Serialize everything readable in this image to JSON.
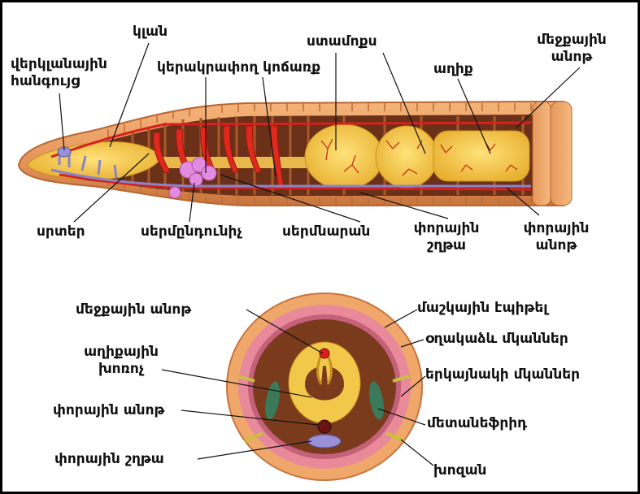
{
  "top_labels": {
    "cerebral_ganglion": [
      "վերկլանային",
      "հանգույց"
    ],
    "pharynx": "կլան",
    "hearts": "կերակրափող կոճառք",
    "intestine_big": "ստամոքս",
    "dorsal_vessel": [
      "մեջքային",
      "անոթ"
    ],
    "intestine": "աղիք",
    "aorta": "սրտեր",
    "seminal_receptacle": "սերմընդունիչ",
    "seminal_vesicle": "սերմնարան",
    "ventral_nerve": [
      "փորային",
      "շղթա"
    ],
    "ventral_vessel": [
      "փորային",
      "անոթ"
    ]
  },
  "cross_labels": {
    "dorsal_vessel": "մեջքային անոթ",
    "typhlosole": [
      "աղիքային",
      "խոռոչ"
    ],
    "ventral_vessel": "փորային անոթ",
    "ventral_nerve": "փորային շղթա",
    "cuticle": "մաշկային էպիթել",
    "circular_muscle": "օղակաձև մկաններ",
    "longitudinal_muscle": "երկայնակի մկաններ",
    "nephridium": "մետանեֆրիդ",
    "setae": "խոզան"
  },
  "colors": {
    "body": "#e8a064",
    "segment_dark": "#5a2a16",
    "gut": "#f2c84a",
    "vessel": "#d8201c",
    "nerve": "#8a84c8",
    "muscle": "#e88a9a"
  }
}
